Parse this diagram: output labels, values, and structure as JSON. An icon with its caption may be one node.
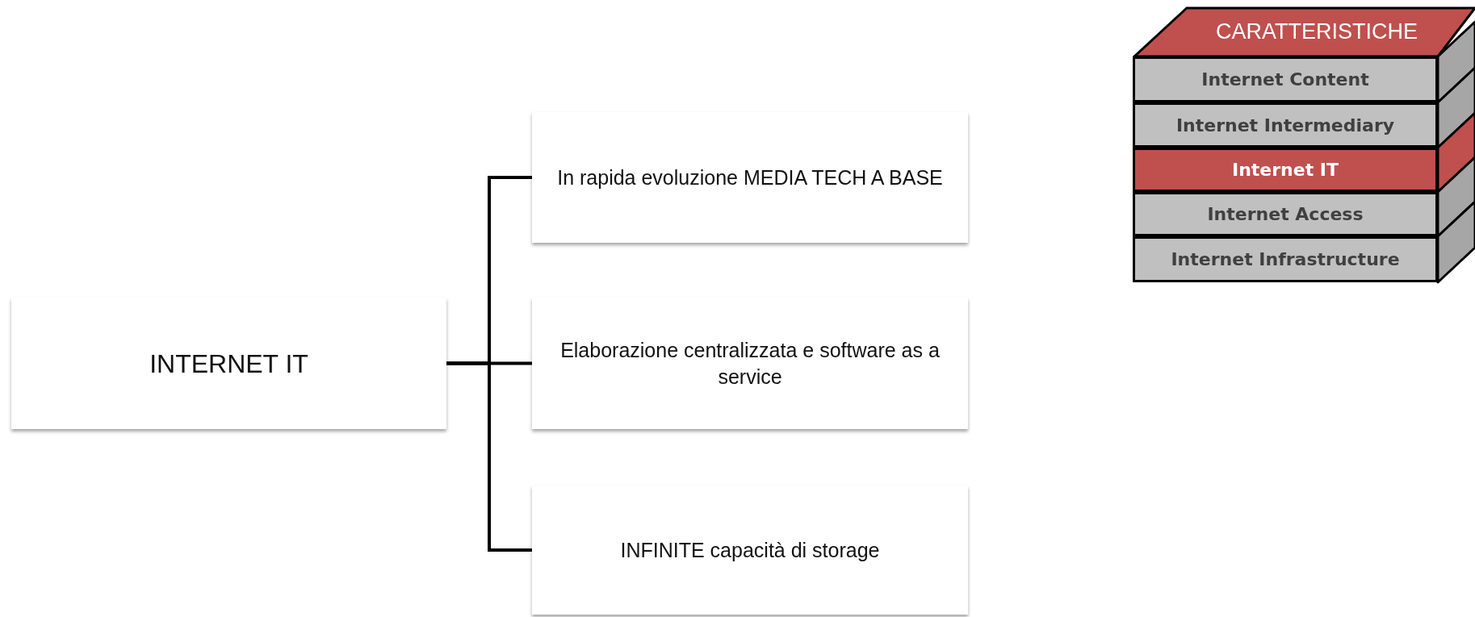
{
  "diagram": {
    "nodes": [
      {
        "text": [
          "INTERNET IT"
        ]
      },
      {
        "text": [
          "In rapida evoluzione MEDIA TECH A BASE"
        ]
      },
      {
        "text": [
          "Elaborazione centralizzata e software as a service"
        ]
      },
      {
        "text": [
          "INFINITE capacità di storage"
        ]
      },
      {
        "text": [
          "CARATTERISTICHE"
        ]
      },
      {
        "text": [
          "Internet Content"
        ]
      },
      {
        "text": [
          "Internet Intermediary"
        ]
      },
      {
        "text": [
          "Internet IT"
        ]
      },
      {
        "text": [
          "Internet Access"
        ]
      },
      {
        "text": [
          "Internet Infrastructure"
        ]
      }
    ],
    "edges": [
      {
        "from": 0,
        "to": 1,
        "arrow": "none"
      },
      {
        "from": 0,
        "to": 2,
        "arrow": "none"
      },
      {
        "from": 0,
        "to": 3,
        "arrow": "none"
      }
    ]
  }
}
